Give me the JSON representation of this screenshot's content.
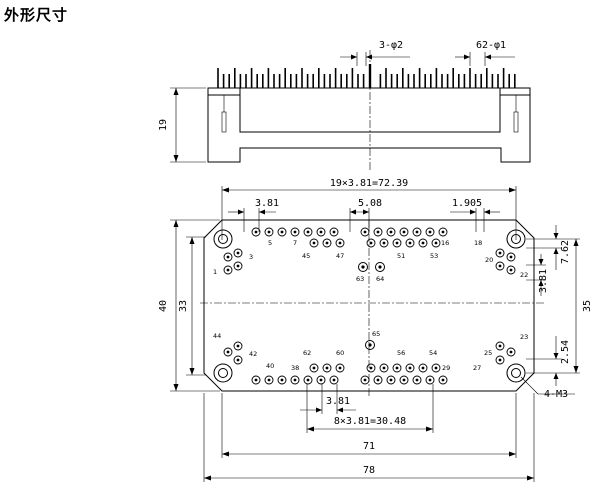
{
  "title": "外形尺寸",
  "dimensions": {
    "d_3phi2": "3-φ2",
    "d_62phi1": "62-φ1",
    "d_19": "19",
    "d_pitch_total": "19×3.81=72.39",
    "d_381_top": "3.81",
    "d_508": "5.08",
    "d_1905": "1.905",
    "d_762": "7.62",
    "d_381_right": "3.81",
    "d_254": "2.54",
    "d_35": "35",
    "d_40": "40",
    "d_33": "33",
    "d_4m3": "4-M3",
    "d_381_bottom": "3.81",
    "d_8x381": "8×3.81=30.48",
    "d_71": "71",
    "d_78": "78"
  },
  "pins": {
    "p1": "1",
    "p3": "3",
    "p5": "5",
    "p7": "7",
    "p16": "16",
    "p18": "18",
    "p20": "20",
    "p22": "22",
    "p45": "45",
    "p47": "47",
    "p51": "51",
    "p53": "53",
    "p63": "63",
    "p64": "64",
    "p65": "65",
    "p44": "44",
    "p42": "42",
    "p40": "40",
    "p38": "38",
    "p62": "62",
    "p60": "60",
    "p56": "56",
    "p54": "54",
    "p29": "29",
    "p27": "27",
    "p25": "25",
    "p23": "23"
  }
}
